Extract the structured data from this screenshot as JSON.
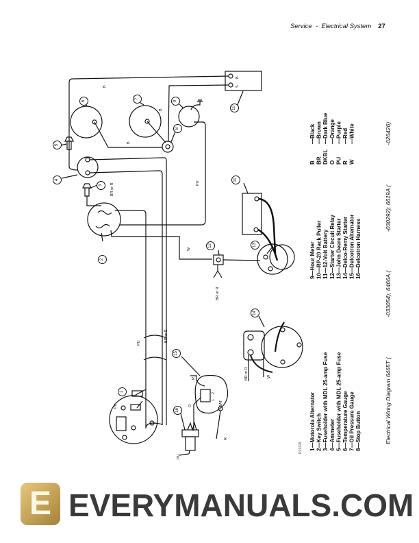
{
  "header": {
    "title": "Service  -  Electrical System",
    "page": "27"
  },
  "legend": {
    "col1": [
      "1—Motorola Alternator",
      "2—Key Switch",
      "3—Fuseholder with MDL 25-amp Fuse",
      "4—Ammeter",
      "5—Fuseholder with MDL 25-amp Fuse",
      "6—Temperature Gauge",
      "7—Oil Pressure Gauge",
      "8—Stop Button"
    ],
    "col2": [
      "9—Hour Meter",
      "10—RP-20 Rack Puller",
      "11—12-Volt Battery",
      "12—Starter Circuit Relay",
      "13—John Deere Starter",
      "14—Delco-Remy Starter",
      "15—Delcotron Alternator",
      "16—Delcotron Harness"
    ],
    "colors": [
      {
        "code": "B",
        "name": "—Black"
      },
      {
        "code": "BR",
        "name": "—Brown"
      },
      {
        "code": "DKBL",
        "name": "—Dark Blue"
      },
      {
        "code": "O",
        "name": "—Orange"
      },
      {
        "code": "PU",
        "name": "—Purple"
      },
      {
        "code": "R",
        "name": "—Red"
      },
      {
        "code": "W",
        "name": "—White"
      }
    ]
  },
  "caption": [
    "Electrical Wiring Diagram 6465T (",
    "-033054); 6466A (",
    "-030292); 6619A (",
    "-026426)"
  ],
  "figure_id": "R01428",
  "diagram": {
    "callouts": [
      "1",
      "2",
      "3",
      "4",
      "5",
      "6",
      "7",
      "8",
      "9",
      "10",
      "11",
      "12",
      "13",
      "14",
      "15",
      "16"
    ],
    "wire_labels": {
      "b": "B",
      "pu": "PU",
      "br_or_r": "BR or R",
      "w": "W",
      "o": "O",
      "r": "R",
      "bat": "BAT.",
      "t1": "1",
      "t2": "2",
      "term_b": "B",
      "term_s": "S"
    }
  },
  "watermark": {
    "text": "EVERYMANUALS.COM",
    "logo": "E",
    "color": "#3a3a3a",
    "logo_color": "#c9a55a"
  }
}
